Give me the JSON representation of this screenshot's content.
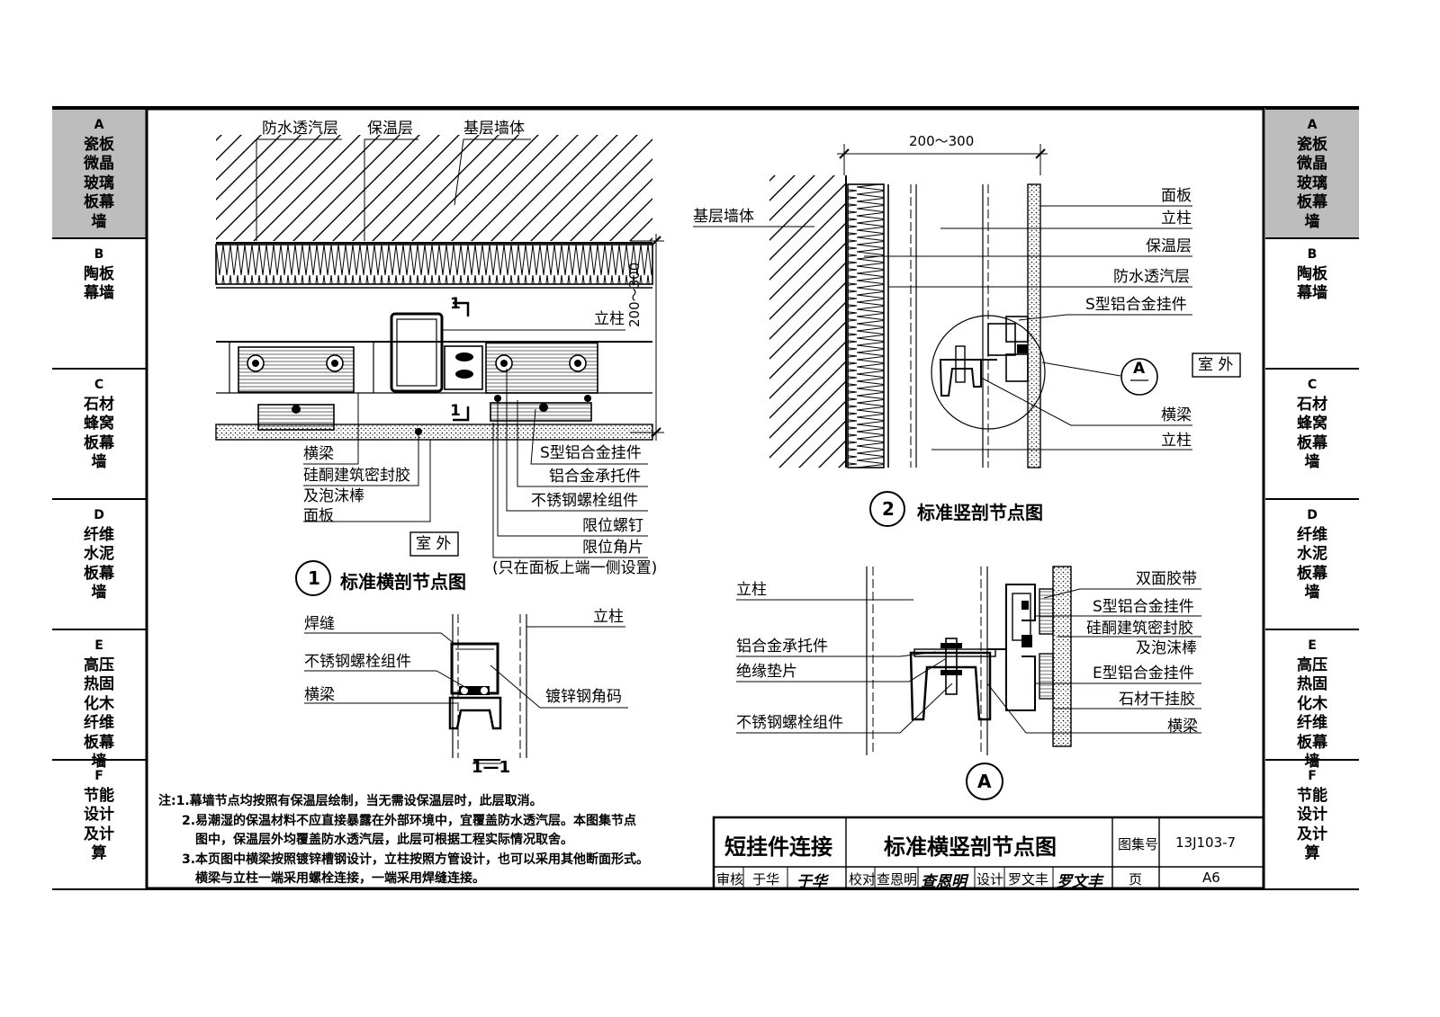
{
  "tabs_left": [
    {
      "letter": "A",
      "name": "瓷板微晶玻璃板幕墙",
      "active": true
    },
    {
      "letter": "B",
      "name": "陶板幕墙",
      "active": false
    },
    {
      "letter": "C",
      "name": "石材蜂窝板幕墙",
      "active": false
    },
    {
      "letter": "D",
      "name": "纤维水泥板幕墙",
      "active": false
    },
    {
      "letter": "E",
      "name": "高压热固化木纤维板幕墙",
      "active": false
    },
    {
      "letter": "F",
      "name": "节能设计及计算",
      "active": false
    }
  ],
  "tabs_right": [
    {
      "letter": "A",
      "name": "瓷板微晶玻璃板幕墙",
      "active": true
    },
    {
      "letter": "B",
      "name": "陶板幕墙",
      "active": false
    },
    {
      "letter": "C",
      "name": "石材蜂窝板幕墙",
      "active": false
    },
    {
      "letter": "D",
      "name": "纤维水泥板幕墙",
      "active": false
    },
    {
      "letter": "E",
      "name": "高压热固化木纤维板幕墙",
      "active": false
    },
    {
      "letter": "F",
      "name": "节能设计及计算",
      "active": false
    }
  ],
  "tab_active_color": "#bdbdbd",
  "detail1": {
    "title": "标准横剖节点图",
    "number": "1",
    "top_labels": [
      "防水透汽层",
      "保温层",
      "基层墙体"
    ],
    "dimension": "200～300",
    "section_marker": "1",
    "right_labels": [
      "立柱",
      "S型铝合金挂件",
      "铝合金承托件",
      "不锈钢螺栓组件",
      "限位螺钉",
      "限位角片",
      "(只在面板上端一侧设置)"
    ],
    "left_labels": [
      "横梁",
      "硅酮建筑密封胶",
      "及泡沫棒",
      "面板"
    ],
    "outdoor": "室 外"
  },
  "detail2": {
    "title": "标准竖剖节点图",
    "number": "2",
    "dimension": "200～300",
    "left_label": "基层墙体",
    "right_labels": [
      "面板",
      "立柱",
      "保温层",
      "防水透汽层",
      "S型铝合金挂件",
      "横梁",
      "立柱"
    ],
    "callout": "A",
    "outdoor": "室 外"
  },
  "section11": {
    "title": "1—1",
    "left_labels": [
      "焊缝",
      "不锈钢螺栓组件",
      "横梁"
    ],
    "right_labels": [
      "立柱",
      "镀锌钢角码"
    ]
  },
  "detailA": {
    "title": "A",
    "left_labels": [
      "立柱",
      "铝合金承托件",
      "绝缘垫片",
      "不锈钢螺栓组件"
    ],
    "right_labels": [
      "双面胶带",
      "S型铝合金挂件",
      "硅酮建筑密封胶",
      "及泡沫棒",
      "E型铝合金挂件",
      "石材干挂胶",
      "横梁"
    ]
  },
  "notes": [
    "注:1.幕墙节点均按照有保温层绘制，当无需设保温层时，此层取消。",
    "2.易潮湿的保温材料不应直接暴露在外部环境中，宜覆盖防水透汽层。本图集节点",
    "图中，保温层外均覆盖防水透汽层，此层可根据工程实际情况取舍。",
    "3.本页图中横梁按照镀锌槽钢设计，立柱按照方管设计，也可以采用其他断面形式。",
    "横梁与立柱一端采用螺栓连接，一端采用焊缝连接。"
  ],
  "title_block": {
    "category": "短挂件连接",
    "drawing_title": "标准横竖剖节点图",
    "atlas_label": "图集号",
    "atlas_no": "13J103-7",
    "review_label": "审核",
    "reviewer": "于华",
    "review_sig": "于华",
    "check_label": "校对",
    "checker": "查恩明",
    "check_sig": "查恩明",
    "design_label": "设计",
    "designer": "罗文丰",
    "design_sig": "罗文丰",
    "page_label": "页",
    "page": "A6"
  }
}
